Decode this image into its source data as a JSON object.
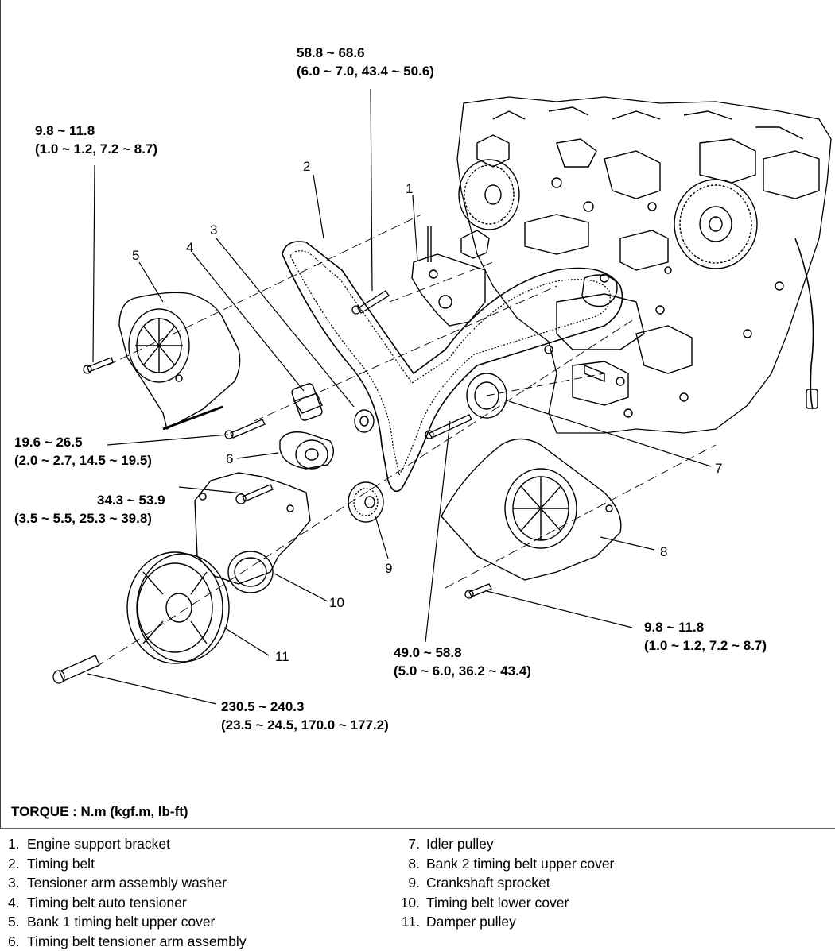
{
  "torques": {
    "t1": {
      "line1": "58.8 ~ 68.6",
      "line2": "(6.0 ~ 7.0, 43.4 ~ 50.6)"
    },
    "t2": {
      "line1": "9.8 ~ 11.8",
      "line2": "(1.0 ~ 1.2, 7.2 ~ 8.7)"
    },
    "t3": {
      "line1": "19.6 ~ 26.5",
      "line2": "(2.0 ~ 2.7, 14.5 ~ 19.5)"
    },
    "t4": {
      "line1": "34.3 ~ 53.9",
      "line2": "(3.5 ~ 5.5, 25.3 ~ 39.8)"
    },
    "t5": {
      "line1": "9.8 ~ 11.8",
      "line2": "(1.0 ~ 1.2, 7.2 ~ 8.7)"
    },
    "t6": {
      "line1": "49.0 ~ 58.8",
      "line2": "(5.0 ~ 6.0, 36.2 ~ 43.4)"
    },
    "t7": {
      "line1": "230.5 ~ 240.3",
      "line2": "(23.5 ~ 24.5, 170.0 ~ 177.2)"
    }
  },
  "callouts": {
    "c1": "1",
    "c2": "2",
    "c3": "3",
    "c4": "4",
    "c5": "5",
    "c6": "6",
    "c7": "7",
    "c8": "8",
    "c9": "9",
    "c10": "10",
    "c11": "11"
  },
  "torque_unit_heading": "TORQUE : N.m (kgf.m, lb-ft)",
  "legend": {
    "col1": [
      {
        "idx": "1.",
        "text": "Engine support bracket"
      },
      {
        "idx": "2.",
        "text": "Timing belt"
      },
      {
        "idx": "3.",
        "text": "Tensioner arm assembly washer"
      },
      {
        "idx": "4.",
        "text": "Timing belt auto tensioner"
      },
      {
        "idx": "5.",
        "text": "Bank 1 timing belt upper cover"
      },
      {
        "idx": "6.",
        "text": "Timing belt tensioner arm assembly"
      }
    ],
    "col2": [
      {
        "idx": "7.",
        "text": "Idler pulley"
      },
      {
        "idx": "8.",
        "text": "Bank 2 timing belt upper cover"
      },
      {
        "idx": "9.",
        "text": "Crankshaft sprocket"
      },
      {
        "idx": "10.",
        "text": "Timing belt lower cover"
      },
      {
        "idx": "11.",
        "text": "Damper pulley"
      }
    ]
  }
}
